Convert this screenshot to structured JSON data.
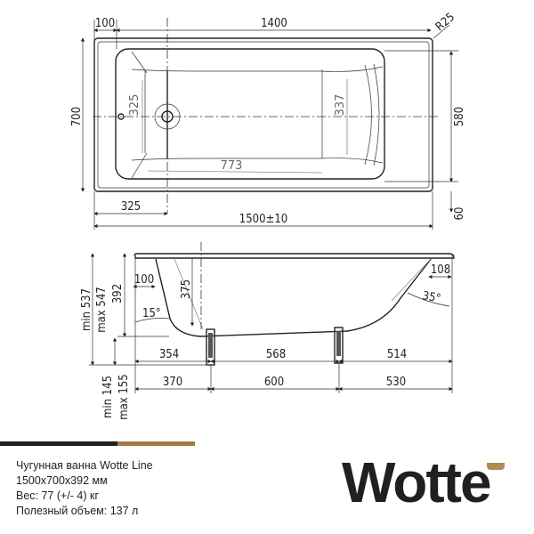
{
  "drawing": {
    "top_view": {
      "dims": {
        "rim_width": "100",
        "inner_length": "1400",
        "corner_radius": "R25",
        "total_width": "700",
        "inner_width": "580",
        "drain_offset_inner": "325",
        "headrest_width": "337",
        "floor_length": "773",
        "drain_offset": "325",
        "total_length": "1500±10",
        "side_rim": "60"
      }
    },
    "side_view": {
      "dims": {
        "height_min": "min 537",
        "height_max": "max 547",
        "tub_height": "392",
        "head_rim": "100",
        "depth": "375",
        "head_angle": "15°",
        "foot_rim": "108",
        "foot_angle": "35°",
        "leg_offset_top": "354",
        "leg_span_top": "568",
        "foot_offset_top": "514",
        "leg_offset_bottom": "370",
        "leg_span_bottom": "600",
        "foot_offset_bottom": "530",
        "leg_min": "min 145",
        "leg_max": "max 155"
      }
    }
  },
  "description": {
    "lines": [
      "Чугунная ванна Wotte Line",
      "1500x700x392 мм",
      "Вес: 77 (+/- 4) кг",
      "Полезный объем: 137 л"
    ]
  },
  "brand": {
    "logo_text": "Wotte",
    "colors": {
      "dark": "#231f20",
      "gold": "#a07a45"
    }
  }
}
